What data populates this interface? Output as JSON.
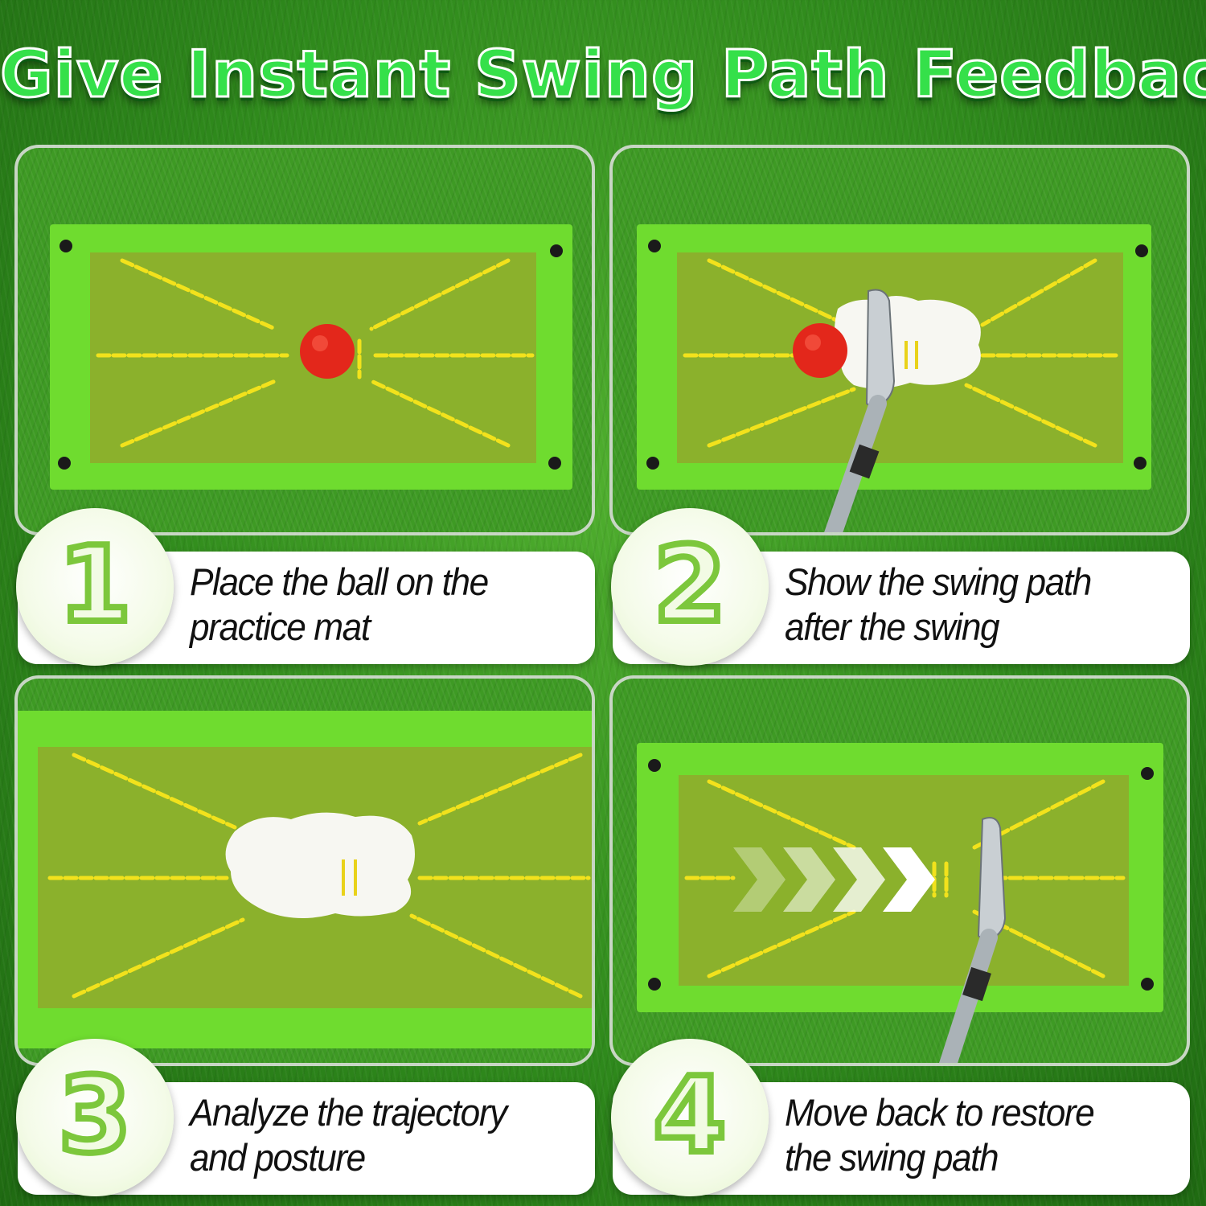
{
  "headline": "Give Instant Swing Path Feedback",
  "colors": {
    "headline_fill": "#35e04a",
    "mat_border": "#6fdc2f",
    "mat_surface": "#8bb12c",
    "guide_lines": "#f2e21c",
    "ball": "#e3271b",
    "badge_stroke": "#7cc73c"
  },
  "steps": [
    {
      "number": "1",
      "line1": "Place the ball on the",
      "line2": "practice mat"
    },
    {
      "number": "2",
      "line1": "Show the swing path",
      "line2": "after the swing"
    },
    {
      "number": "3",
      "line1": "Analyze the trajectory",
      "line2": "and posture"
    },
    {
      "number": "4",
      "line1": "Move back to restore",
      "line2": "the swing path"
    }
  ]
}
